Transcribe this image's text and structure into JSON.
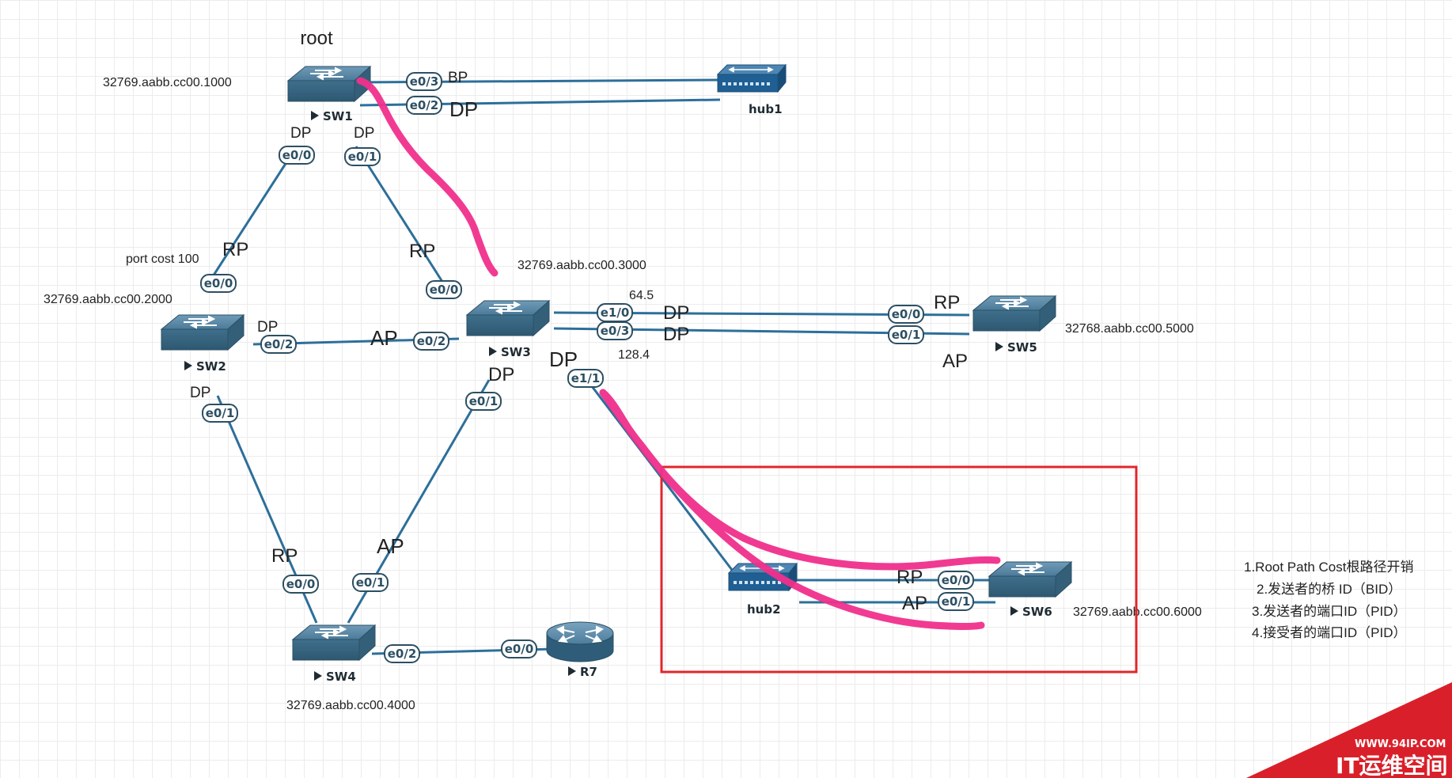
{
  "topology": {
    "root_label": "root",
    "devices": {
      "sw1": {
        "name": "SW1",
        "bid": "32769.aabb.cc00.1000"
      },
      "sw2": {
        "name": "SW2",
        "bid": "32769.aabb.cc00.2000"
      },
      "sw3": {
        "name": "SW3",
        "bid": "32769.aabb.cc00.3000"
      },
      "sw4": {
        "name": "SW4",
        "bid": "32769.aabb.cc00.4000"
      },
      "sw5": {
        "name": "SW5",
        "bid": "32768.aabb.cc00.5000"
      },
      "sw6": {
        "name": "SW6",
        "bid": "32769.aabb.cc00.6000"
      },
      "hub1": {
        "name": "hub1"
      },
      "hub2": {
        "name": "hub2"
      },
      "r7": {
        "name": "R7"
      }
    },
    "ports": {
      "sw1_e03": "e0/3",
      "sw1_e02": "e0/2",
      "sw1_e00": "e0/0",
      "sw1_e01": "e0/1",
      "sw2_e00": "e0/0",
      "sw2_e02": "e0/2",
      "sw2_e01": "e0/1",
      "sw3_e00": "e0/0",
      "sw3_e02": "e0/2",
      "sw3_e10": "e1/0",
      "sw3_e03": "e0/3",
      "sw3_e01": "e0/1",
      "sw3_e11": "e1/1",
      "sw4_e00": "e0/0",
      "sw4_e01": "e0/1",
      "sw4_e02": "e0/2",
      "sw5_e00": "e0/0",
      "sw5_e01": "e0/1",
      "sw6_e00": "e0/0",
      "sw6_e01": "e0/1",
      "r7_e00": "e0/0"
    },
    "roles": {
      "sw1_e03": "BP",
      "sw1_e02": "DP",
      "sw1_e00": "DP",
      "sw1_e01": "DP",
      "sw2_e00": "RP",
      "sw2_e02": "DP",
      "sw2_e01": "DP",
      "sw2_sw3_link": "AP",
      "sw3_e00": "RP",
      "sw3_e10": "DP",
      "sw3_e03": "DP",
      "sw3_e01": "DP",
      "sw3_e11": "DP",
      "sw4_e00": "RP",
      "sw4_e01": "AP",
      "sw5_e00": "RP",
      "sw5_e01": "AP",
      "sw6_e00": "RP",
      "sw6_e01": "AP"
    },
    "annotations": {
      "port_cost": "port cost 100",
      "pid_e10": "64.5",
      "pid_e03": "128.4"
    }
  },
  "criteria": [
    "1.Root Path Cost根路径开销",
    "2.发送者的桥 ID（BID）",
    "3.发送者的端口ID（PID）",
    "4.接受者的端口ID（PID）"
  ],
  "watermark": {
    "url": "WWW.94IP.COM",
    "text": "IT运维空间"
  },
  "colors": {
    "link": "#2d6f9a",
    "device": "#3f6f8c",
    "highlight_stroke": "#f0308c",
    "box": "#e0262b",
    "watermark": "#d9202a"
  }
}
